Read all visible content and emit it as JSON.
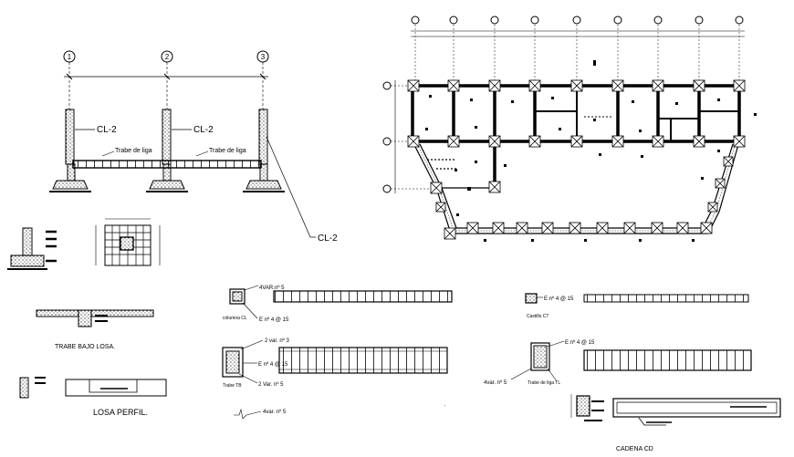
{
  "elevation": {
    "axis_labels": [
      "1",
      "2",
      "3"
    ],
    "column_tags": [
      "CL-2",
      "CL-2"
    ],
    "beam_tags": [
      "Trabe de liga",
      "Trabe de liga"
    ],
    "leader_tag": "CL-2"
  },
  "plan": {
    "axis_top": [
      "",
      "",
      "",
      "",
      "",
      "",
      "",
      "",
      ""
    ],
    "axis_left": [
      "",
      "",
      ""
    ]
  },
  "details": {
    "trabe_bajo_losa": "TRABE BAJO LOSA.",
    "losa_perfil": "LOSA PERFIL.",
    "columna": {
      "top_note": "4VAR.nº 5",
      "name": "columna CL",
      "stirrup": "E nº 4 @ 15"
    },
    "castillo": {
      "stirrup": "E nº 4 @ 15",
      "name": "Castillo CT"
    },
    "trabe_tb": {
      "note_1": "2 var. nº 3",
      "stirrup": "E nº 4 @ 15",
      "name": "Trabe TB",
      "note_2": "2 Var. nº 5"
    },
    "bottom_note": "4var. nº 5",
    "trabe_tl": {
      "stirrup": "E nº 4 @ 15",
      "bars": "4var. nº 5",
      "name": "Trabe de liga TL"
    },
    "cadena": "CADENA CD"
  }
}
